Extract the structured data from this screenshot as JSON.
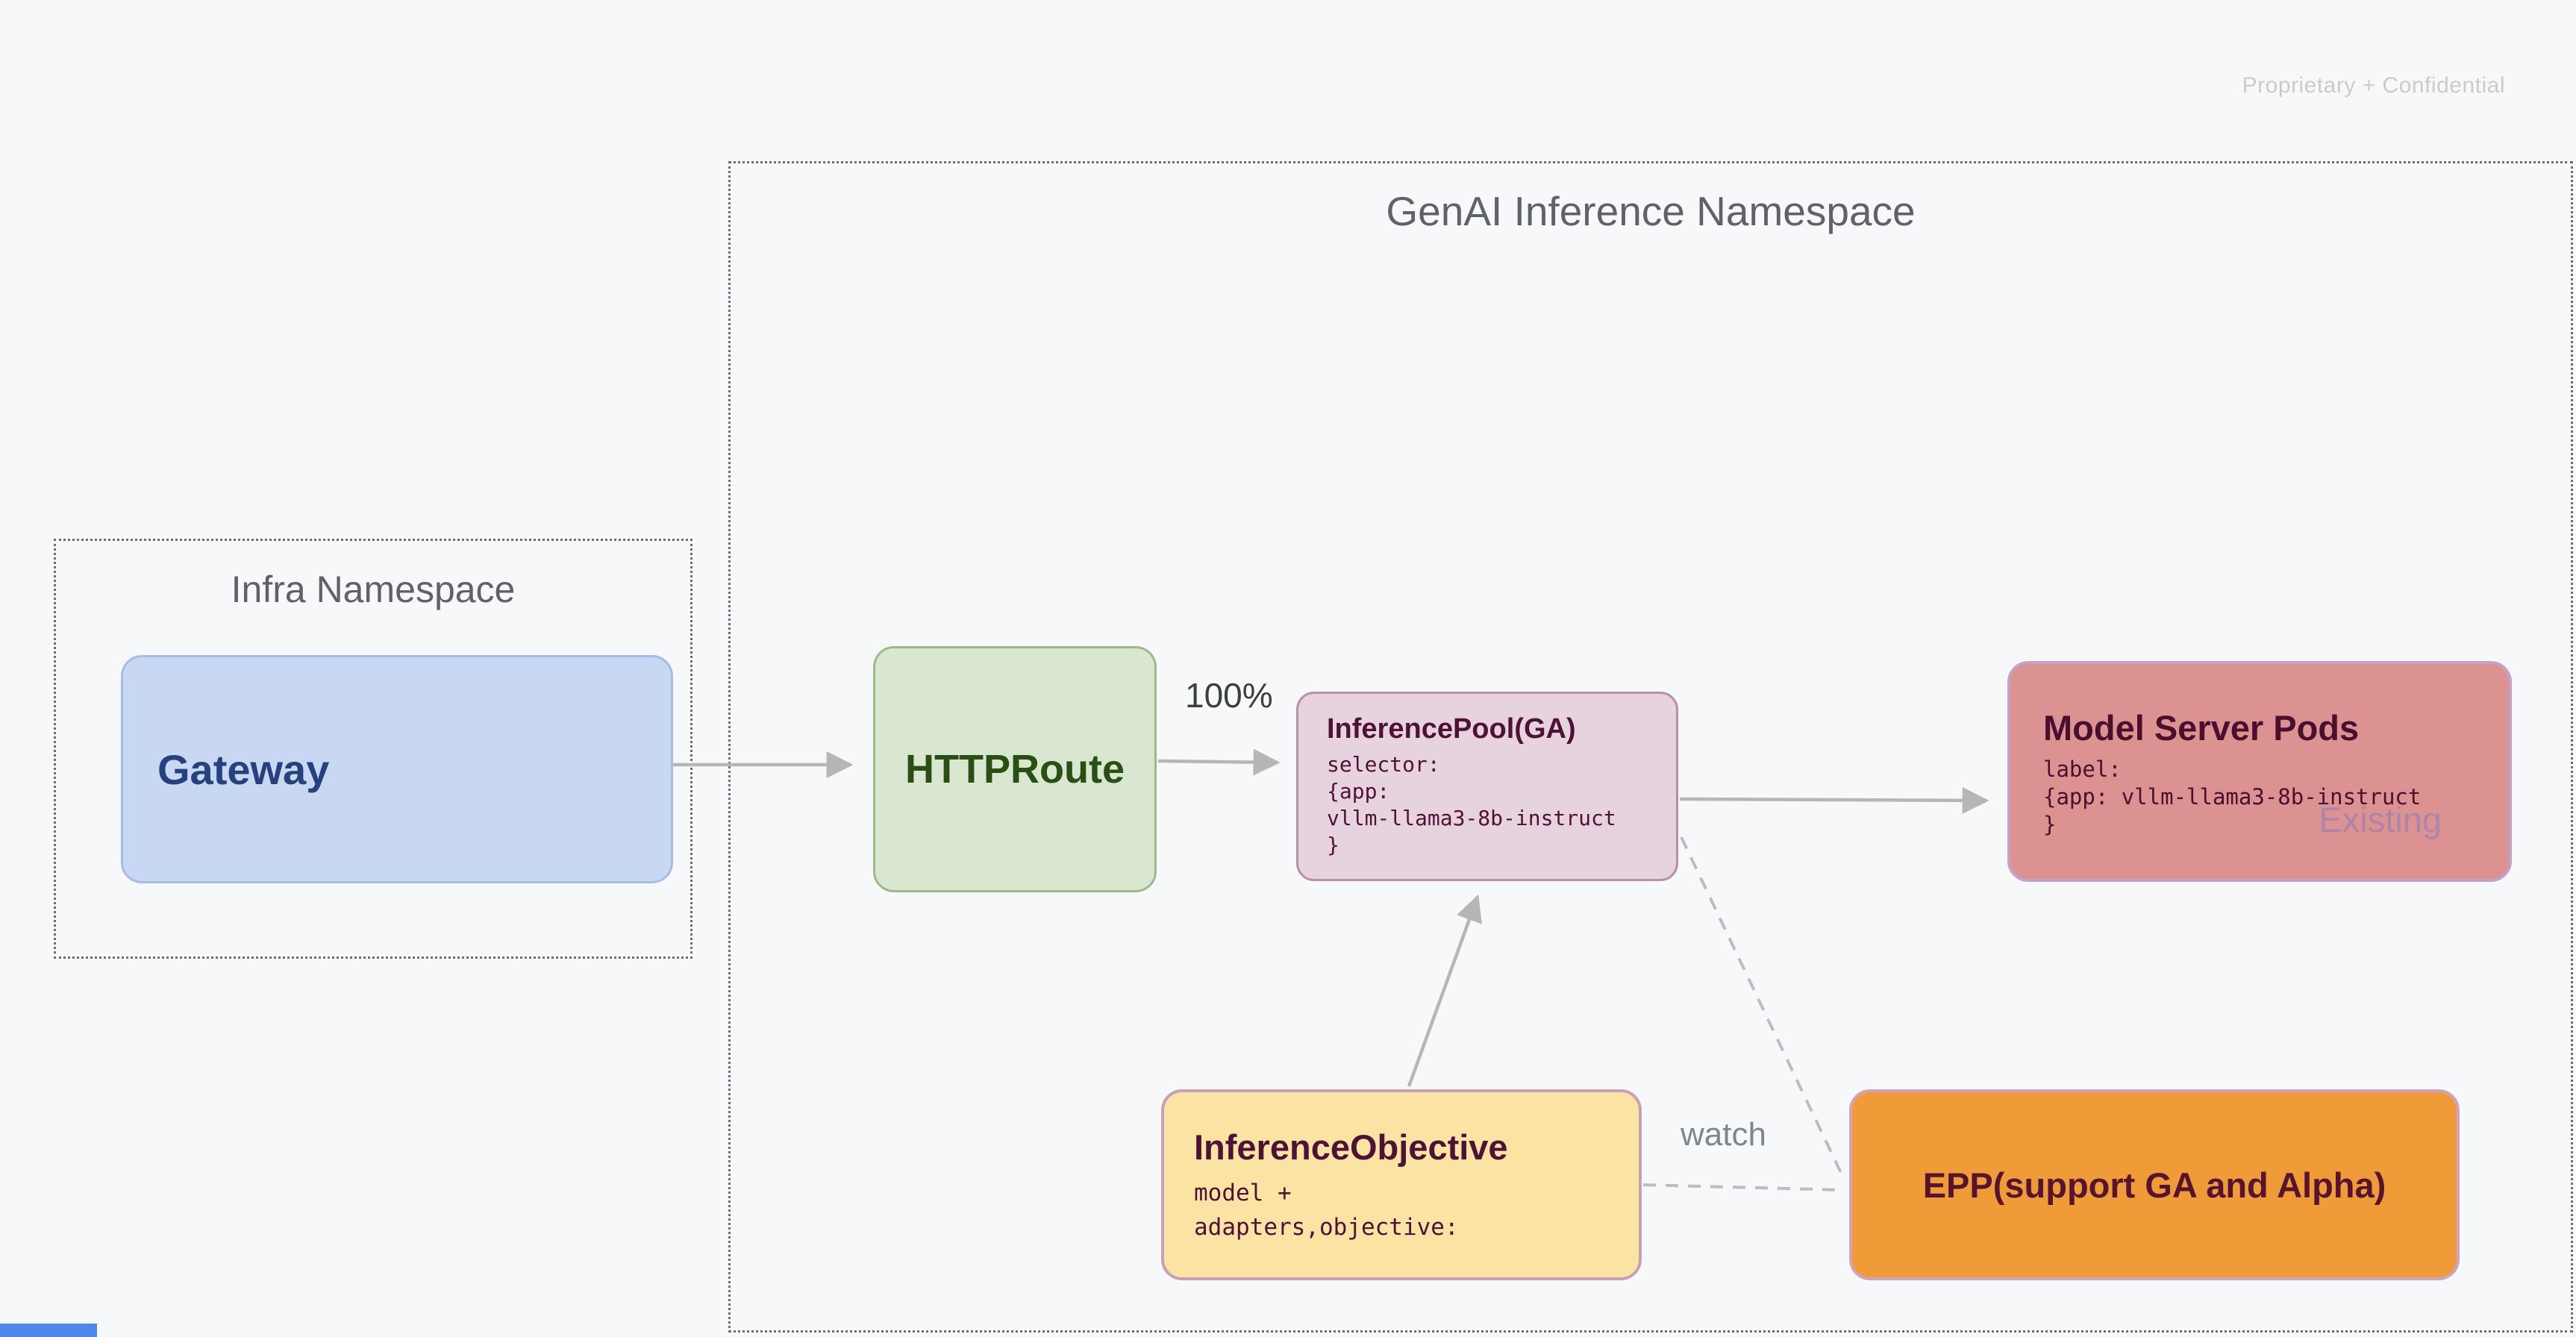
{
  "page": {
    "confidential_note": "Proprietary + Confidential",
    "background": "#f7f8fa"
  },
  "namespaces": {
    "genai": {
      "title": "GenAI Inference Namespace"
    },
    "infra": {
      "title": "Infra Namespace"
    }
  },
  "nodes": {
    "gateway": {
      "title": "Gateway",
      "fill": "#c9d8f2",
      "border": "#a6bce8",
      "text_color": "#25417e"
    },
    "httproute": {
      "title": "HTTPRoute",
      "fill": "#d9e7d0",
      "border": "#9cb987",
      "text_color": "#2a4f14"
    },
    "inference_pool": {
      "title": "InferencePool(GA)",
      "body_lines": [
        "selector:",
        "{app:",
        "vllm-llama3-8b-instruct",
        "}"
      ],
      "fill": "#e7d3dd",
      "border": "#ba8fa8",
      "text_color": "#4d1236"
    },
    "model_server_pods": {
      "title": "Model Server Pods",
      "body_lines": [
        "label:",
        "{app: vllm-llama3-8b-instruct",
        "}"
      ],
      "status_tag": "Existing",
      "fill": "#dc9290",
      "border": "#c6a1c6",
      "text_color": "#4a0f2f"
    },
    "inference_objective": {
      "title": "InferenceObjective",
      "body_lines": [
        "model +",
        "adapters,objective:"
      ],
      "fill": "#fae3a3",
      "border": "#c8a0b5",
      "text_color": "#4d1236"
    },
    "epp": {
      "title": "EPP(support GA and Alpha)",
      "fill": "#ef9c38",
      "border": "#cfa3c0",
      "text_color": "#571330"
    }
  },
  "edges": {
    "gateway_to_httproute": {
      "style": "solid",
      "label": ""
    },
    "httproute_to_pool": {
      "style": "solid",
      "label": "100%"
    },
    "pool_to_pods": {
      "style": "solid",
      "label": ""
    },
    "objective_to_pool": {
      "style": "solid",
      "label": ""
    },
    "pool_to_epp": {
      "style": "dashed",
      "label": ""
    },
    "objective_to_epp": {
      "style": "dashed",
      "label": "watch"
    }
  },
  "colors": {
    "arrow": "#b5b6b8",
    "dashed_line": "#babec2",
    "namespace_border": "#6b6e72",
    "namespace_title": "#5f6368",
    "confidential_text": "#c9cbce",
    "corner_accent": "#4f87ec"
  }
}
